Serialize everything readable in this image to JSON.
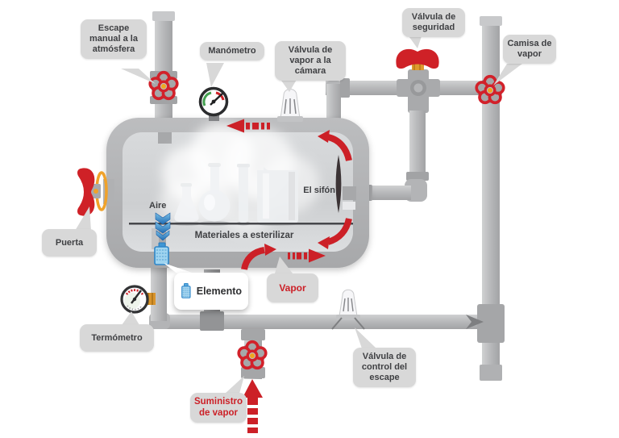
{
  "figure": {
    "type": "autoclave-steam-sterilizer-diagram"
  },
  "callouts": {
    "escape_manual": "Escape manual a la atmósfera",
    "manometro": "Manómetro",
    "valvula_vapor_camara": "Válvula de vapor a la cámara",
    "valvula_seguridad": "Válvula de seguridad",
    "camisa_vapor": "Camisa de vapor",
    "puerta": "Puerta",
    "termometro": "Termómetro",
    "elemento": "Elemento",
    "vapor": "Vapor",
    "valvula_control_escape": "Válvula de control del escape",
    "suministro_vapor": "Suministro de vapor"
  },
  "chamber_labels": {
    "aire": "Aire",
    "el_sifon": "El sifón",
    "materiales": "Materiales a esterilizar"
  },
  "colors": {
    "red": "#cc2027",
    "orange": "#f2a51f",
    "blue": "#2e86c9",
    "pipe_gray": "#b6b7b9",
    "callout_bg": "#d8d8d8",
    "text_dark": "#3f4043"
  }
}
